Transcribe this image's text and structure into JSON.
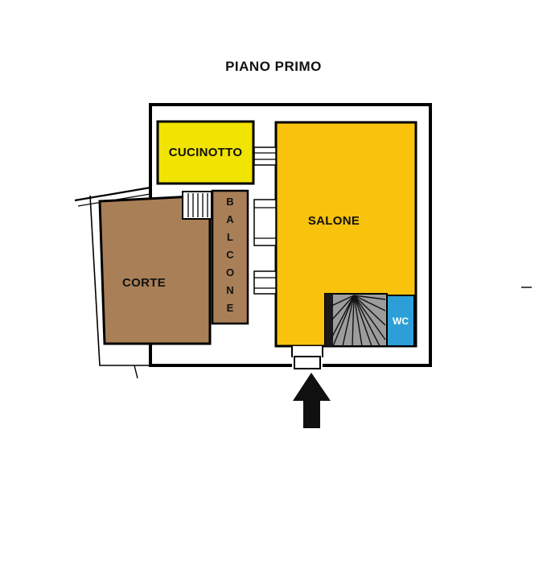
{
  "title": "PIANO PRIMO",
  "rooms": {
    "cucinotto": {
      "label": "CUCINOTTO",
      "color": "#F0E400"
    },
    "salone": {
      "label": "SALONE",
      "color": "#F8C20D"
    },
    "balcone": {
      "label": "BALCONE",
      "color": "#A97F57"
    },
    "corte": {
      "label": "CORTE",
      "color": "#A97F57"
    },
    "wc": {
      "label": "WC",
      "color": "#2D9FD8",
      "text_color": "#FFFFFF"
    }
  },
  "stairs": {
    "color": "#9C9C9C",
    "edge_color": "#1A1A1A"
  },
  "plan": {
    "wall_color": "#000000",
    "background": "#FFFFFF",
    "arrow_color": "#101010"
  }
}
